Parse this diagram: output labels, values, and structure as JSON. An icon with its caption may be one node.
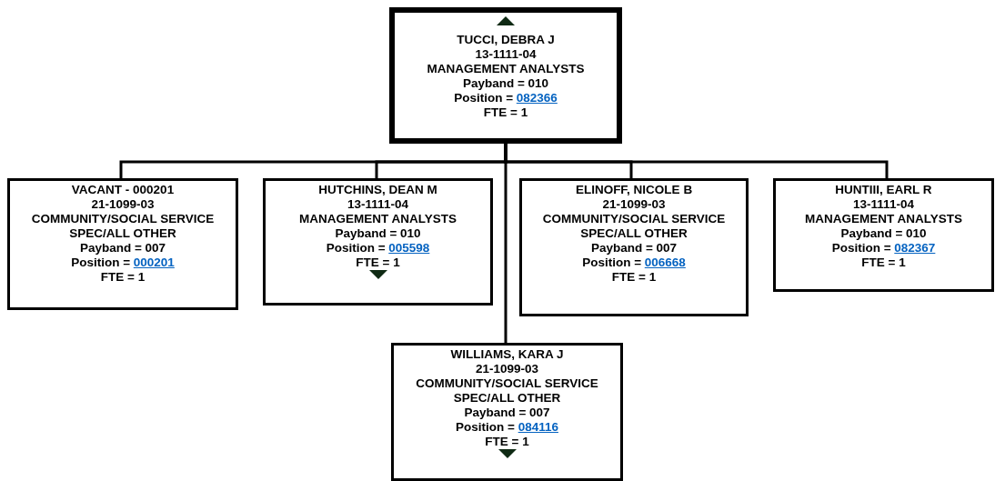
{
  "diagram": {
    "nodes": [
      {
        "text": [
          "TUCCI, DEBRA J",
          "13-1111-04",
          "MANAGEMENT ANALYSTS",
          "Payband = 010",
          "Position = 082366",
          "FTE = 1"
        ]
      },
      {
        "text": [
          "VACANT - 000201",
          "21-1099-03",
          "COMMUNITY/SOCIAL SERVICE SPEC/ALL OTHER",
          "Payband = 007",
          "Position = 000201",
          "FTE = 1"
        ]
      },
      {
        "text": [
          "HUTCHINS, DEAN M",
          "13-1111-04",
          "MANAGEMENT ANALYSTS",
          "Payband = 010",
          "Position = 005598",
          "FTE = 1"
        ]
      },
      {
        "text": [
          "ELINOFF, NICOLE B",
          "21-1099-03",
          "COMMUNITY/SOCIAL SERVICE SPEC/ALL OTHER",
          "Payband = 007",
          "Position = 006668",
          "FTE = 1"
        ]
      },
      {
        "text": [
          "HUNTIII, EARL R",
          "13-1111-04",
          "MANAGEMENT ANALYSTS",
          "Payband = 010",
          "Position = 082367",
          "FTE = 1"
        ]
      },
      {
        "text": [
          "WILLIAMS, KARA J",
          "21-1099-03",
          "COMMUNITY/SOCIAL SERVICE SPEC/ALL OTHER",
          "Payband = 007",
          "Position = 084116",
          "FTE = 1"
        ]
      }
    ],
    "edges": [
      {
        "from": 0,
        "to": 1,
        "arrow": "none"
      },
      {
        "from": 0,
        "to": 2,
        "arrow": "none"
      },
      {
        "from": 0,
        "to": 3,
        "arrow": "none"
      },
      {
        "from": 0,
        "to": 4,
        "arrow": "none"
      },
      {
        "from": 0,
        "to": 5,
        "arrow": "none"
      }
    ]
  }
}
